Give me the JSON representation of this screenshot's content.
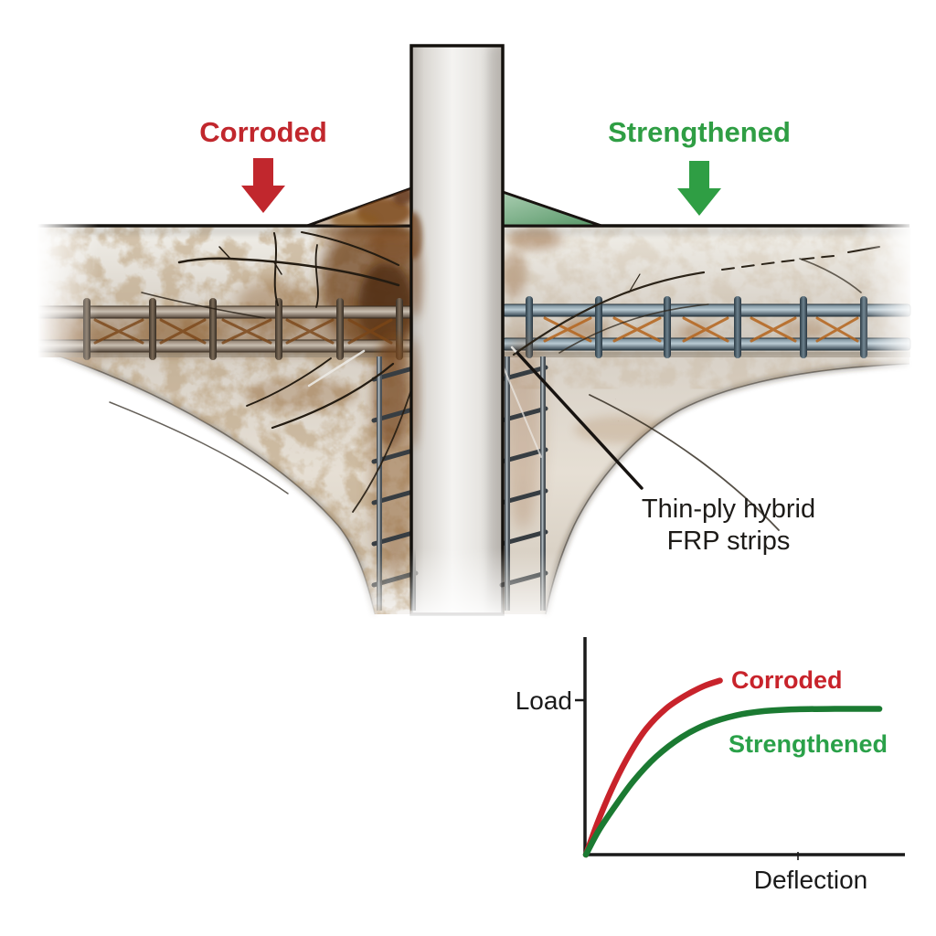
{
  "diagram": {
    "corroded_label": "Corroded",
    "strengthened_label": "Strengthened",
    "callout_line1": "Thin-ply hybrid",
    "callout_line2": "FRP strips"
  },
  "colors": {
    "corroded_red": "#c1272d",
    "strengthened_green": "#2f9e44",
    "ink": "#1a1a1a"
  },
  "chart_data": {
    "type": "line",
    "title": "",
    "xlabel": "Deflection",
    "ylabel": "Load",
    "grid": false,
    "axes_numeric_labels": false,
    "x_axis": {
      "label": "Deflection",
      "range_normalized": [
        0,
        1
      ]
    },
    "y_axis": {
      "label": "Load",
      "range_normalized": [
        0,
        1
      ],
      "tick_value_normalized": 0.71
    },
    "legend_position": "inline-right",
    "series": [
      {
        "name": "Corroded",
        "color": "#c8232b",
        "label_color": "#c8232b",
        "points": [
          [
            0,
            0
          ],
          [
            0.04,
            0.16
          ],
          [
            0.09,
            0.33
          ],
          [
            0.14,
            0.47
          ],
          [
            0.19,
            0.58
          ],
          [
            0.25,
            0.67
          ],
          [
            0.31,
            0.73
          ],
          [
            0.37,
            0.775
          ],
          [
            0.42,
            0.8
          ]
        ]
      },
      {
        "name": "Strengthened",
        "color": "#1b7a32",
        "label_color": "#2aa149",
        "points": [
          [
            0,
            0
          ],
          [
            0.04,
            0.11
          ],
          [
            0.09,
            0.22
          ],
          [
            0.15,
            0.34
          ],
          [
            0.22,
            0.45
          ],
          [
            0.3,
            0.54
          ],
          [
            0.38,
            0.6
          ],
          [
            0.47,
            0.64
          ],
          [
            0.56,
            0.66
          ],
          [
            0.66,
            0.668
          ],
          [
            0.78,
            0.67
          ],
          [
            0.92,
            0.67
          ]
        ]
      }
    ]
  }
}
